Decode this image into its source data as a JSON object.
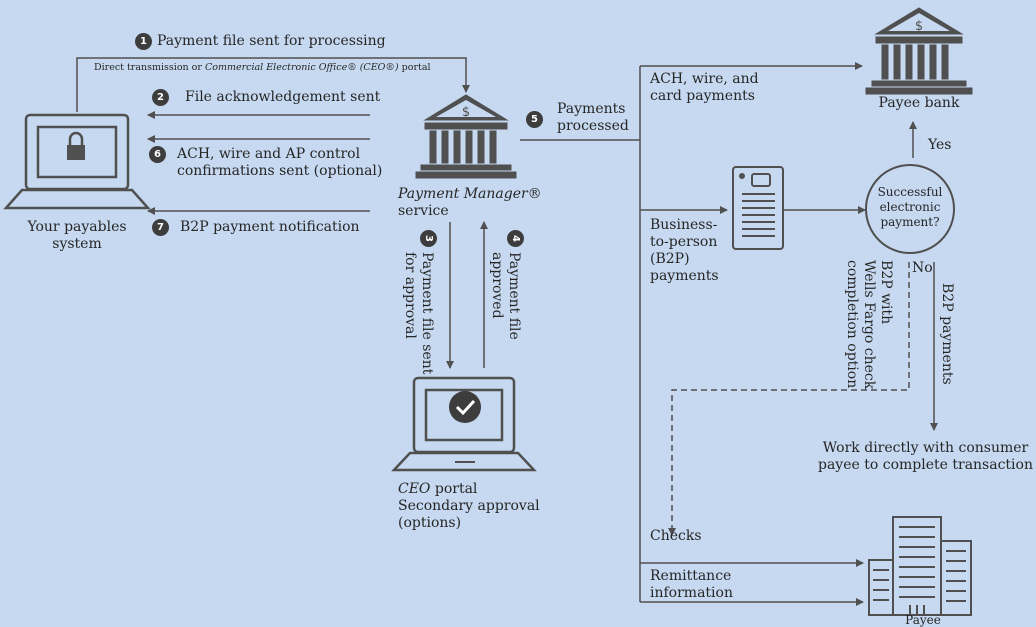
{
  "steps": {
    "s1": {
      "num": "1",
      "label": "Payment file sent for processing"
    },
    "s1_sub": {
      "prefix": "Direct transmission or ",
      "italic": "Commercial Electronic Office® (CEO®)",
      "suffix": " portal"
    },
    "s2": {
      "num": "2",
      "label": "File acknowledgement sent"
    },
    "s3": {
      "num": "3",
      "label_line1": "Payment file sent",
      "label_line2": "for approval"
    },
    "s4": {
      "num": "4",
      "label_line1": "Payment file",
      "label_line2": "approved"
    },
    "s5": {
      "num": "5",
      "label_line1": "Payments",
      "label_line2": "processed"
    },
    "s6": {
      "num": "6",
      "label_line1": "ACH, wire and AP control",
      "label_line2": "confirmations sent (optional)"
    },
    "s7": {
      "num": "7",
      "label": "B2P payment notification"
    }
  },
  "nodes": {
    "payables": {
      "line1": "Your payables",
      "line2": "system"
    },
    "payment_manager": {
      "italic": "Payment Manager®",
      "line2": "service"
    },
    "ceo_portal": {
      "italic": "CEO",
      "line1_suffix": " portal",
      "line2": "Secondary approval",
      "line3": "(options)"
    },
    "payee_bank": {
      "label": "Payee bank"
    },
    "decision": {
      "line1": "Successful",
      "line2": "electronic",
      "line3": "payment?"
    },
    "payee": {
      "label": "Payee"
    }
  },
  "flows": {
    "ach_wire_card": {
      "line1": "ACH, wire, and",
      "line2": "card payments"
    },
    "b2p": {
      "line1": "Business-",
      "line2": "to-person",
      "line3": "(B2P)",
      "line4": "payments"
    },
    "yes": "Yes",
    "no": "No",
    "b2p_wf_check": {
      "line1": "B2P with",
      "line2": "Wells Fargo check",
      "line3": "completion option"
    },
    "b2p_payments": "B2P payments",
    "consumer": {
      "line1": "Work directly with consumer",
      "line2": "payee to complete transaction"
    },
    "checks": "Checks",
    "remittance": {
      "line1": "Remittance",
      "line2": "information"
    }
  },
  "colors": {
    "background": "#c6d9f0",
    "line": "#505050",
    "badge": "#3d3d3d"
  },
  "icons": [
    "laptop-lock-icon",
    "bank-icon",
    "laptop-check-icon",
    "document-icon",
    "office-building-icon"
  ]
}
